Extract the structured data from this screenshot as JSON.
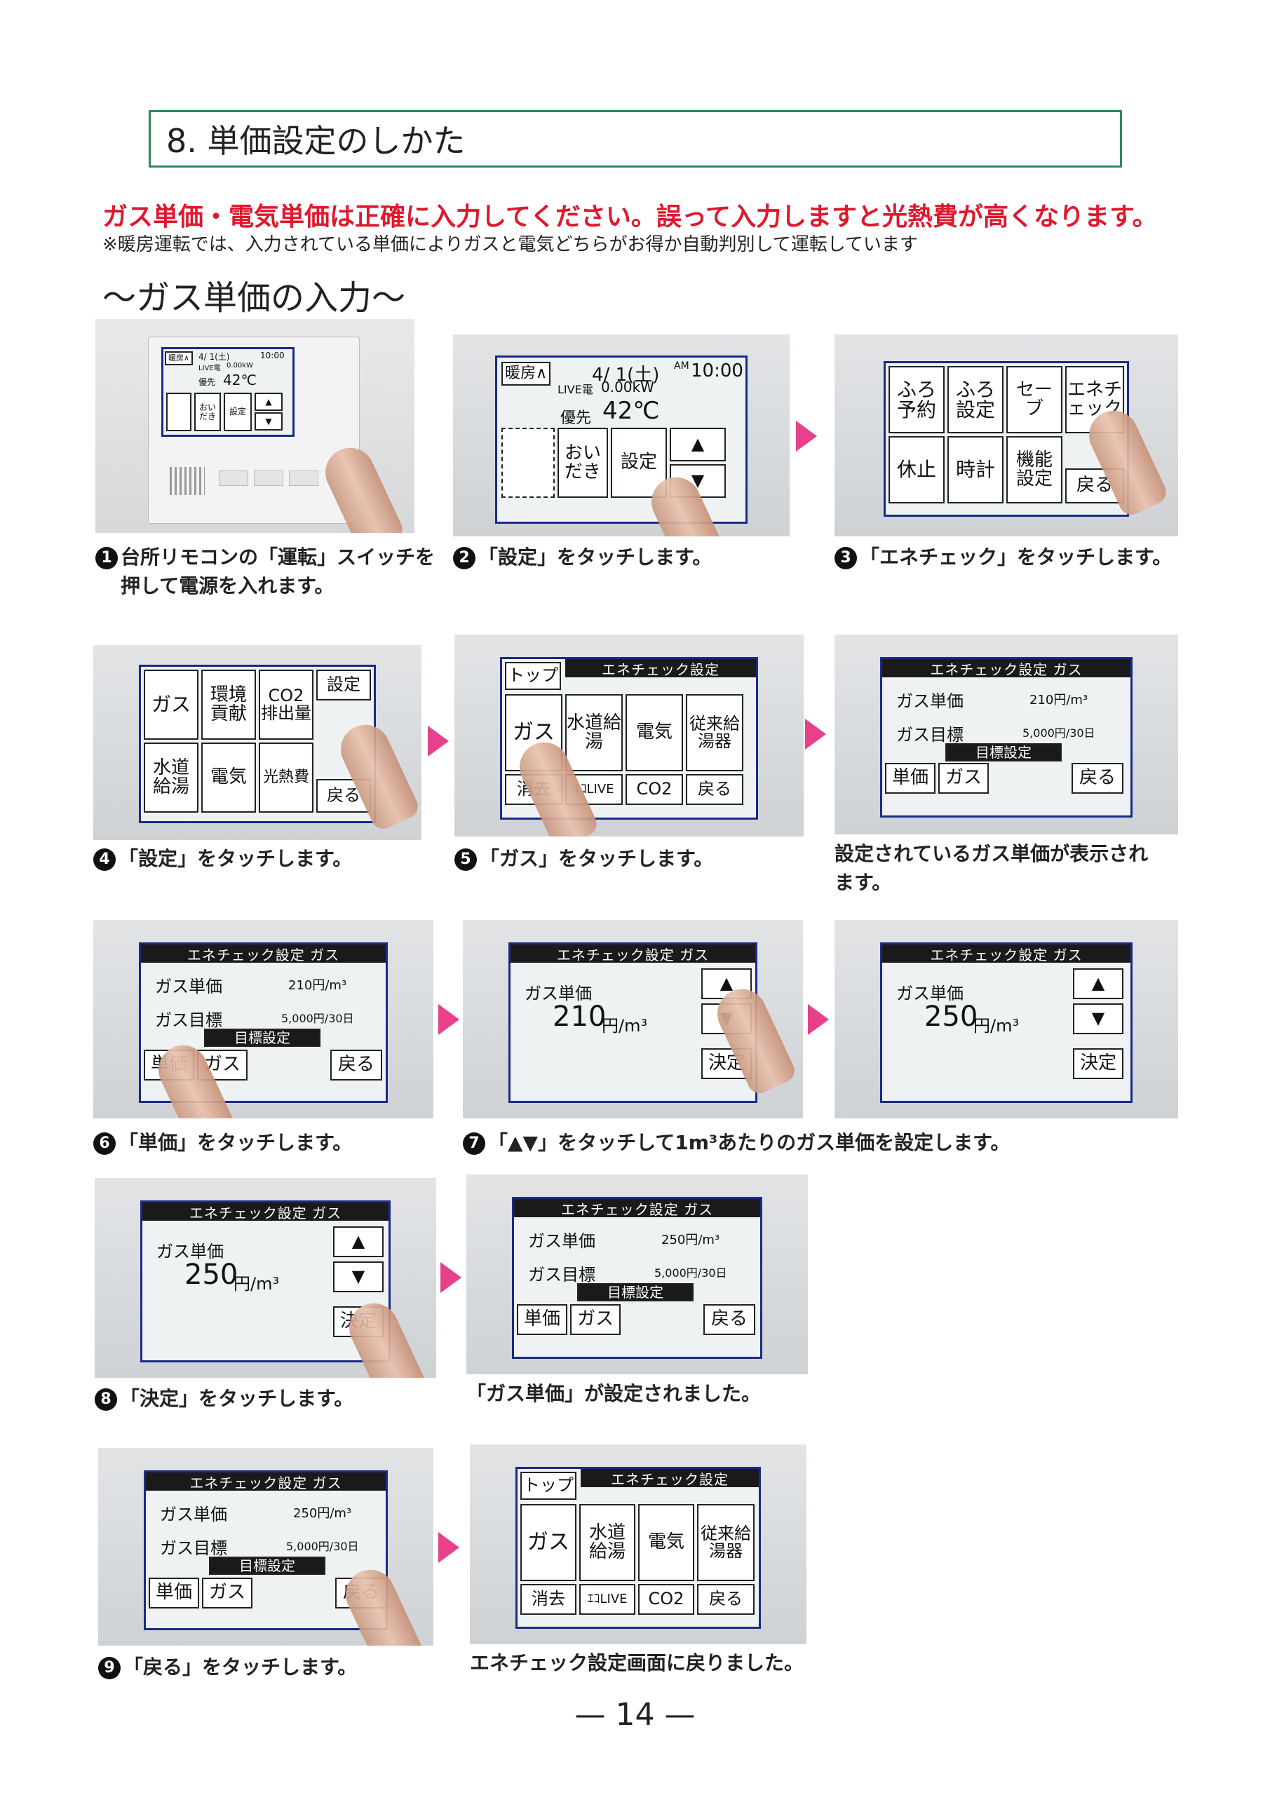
{
  "section_title": "8. 単価設定のしかた",
  "warning": "ガス単価・電気単価は正確に入力してください。誤って入力しますと光熱費が高くなります。",
  "note": "※暖房運転では、入力されている単価によりガスと電気どちらがお得か自動判別して運転しています",
  "subtitle": "〜ガス単価の入力〜",
  "screens": {
    "home": {
      "heat": "暖房∧",
      "date": "4/ 1(土)",
      "ampm": "AM",
      "time": "10:00",
      "live": "LIVE電",
      "kw": "0.00kW",
      "yusen": "優先",
      "temp": "42℃",
      "oidaki": "おいだき",
      "settei": "設定",
      "up": "▲",
      "down": "▼"
    },
    "menu": {
      "furo_yoyaku": "ふろ予約",
      "furo_settei": "ふろ設定",
      "save": "セーブ",
      "enecheck": "エネチェック",
      "kyushi": "休止",
      "tokei": "時計",
      "kino": "機能設定",
      "modoru": "戻る"
    },
    "menu2": {
      "gas": "ガス",
      "kankyo": "環境貢献",
      "co2": "CO2排出量",
      "settei": "設定",
      "suido": "水道給湯",
      "denki": "電気",
      "kounetsu": "光熱費",
      "modoru": "戻る"
    },
    "enemenu": {
      "top": "トップ",
      "title": "エネチェック設定",
      "gas": "ガス",
      "suido": "水道給湯",
      "denki": "電気",
      "jurai": "従来給湯器",
      "kesu": "消去",
      "live": "ｴｺLIVE",
      "co2": "CO2",
      "modoru": "戻る"
    },
    "gasset": {
      "title": "エネチェック設定 ガス",
      "tanka_lbl": "ガス単価",
      "tanka_210": "210円/m³",
      "tanka_250": "250円/m³",
      "mokuhyo_lbl": "ガス目標",
      "mokuhyo": "5,000円/30日",
      "mokuhyo_settei": "目標設定",
      "tanka_btn": "単価",
      "gas_btn": "ガス",
      "modoru": "戻る"
    },
    "price": {
      "title": "エネチェック設定 ガス",
      "lbl": "ガス単価",
      "v210": "210",
      "v250": "250",
      "unit": "円/m³",
      "up": "▲",
      "down": "▼",
      "kettei": "決定"
    }
  },
  "captions": {
    "c1": "台所リモコンの「運転」スイッチを",
    "c1b": "押して電源を入れます。",
    "c2": "「設定」をタッチします。",
    "c3": "「エネチェック」をタッチします。",
    "c4": "「設定」をタッチします。",
    "c5": "「ガス」をタッチします。",
    "c5b": "設定されているガス単価が表示され",
    "c5c": "ます。",
    "c6": "「単価」をタッチします。",
    "c7": "「▲▼」をタッチして1m³あたりのガス単価を設定します。",
    "c8": "「決定」をタッチします。",
    "c8b": "「ガス単価」が設定されました。",
    "c9": "「戻る」をタッチします。",
    "c9b": "エネチェック設定画面に戻りました。"
  },
  "nums": [
    "1",
    "2",
    "3",
    "4",
    "5",
    "6",
    "7",
    "8",
    "9"
  ],
  "page_number": "— 14 —"
}
